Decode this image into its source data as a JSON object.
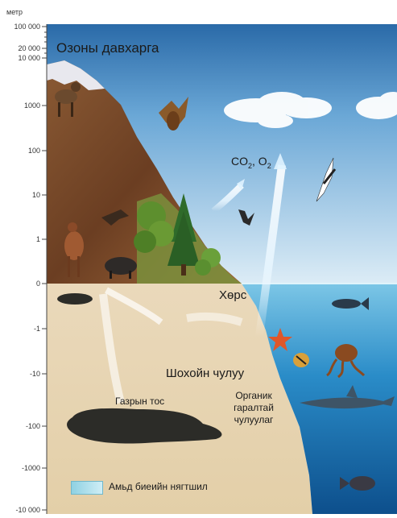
{
  "axis": {
    "unit": "метр",
    "ticks": [
      "100 000",
      "20 000",
      "10 000",
      "1000",
      "100",
      "10",
      "1",
      "0",
      "-1",
      "-10",
      "-100",
      "-1000",
      "-10 000"
    ]
  },
  "labels": {
    "ozone_layer": "Озоны давхарга",
    "co2": "CO",
    "co2_sub": "2",
    "o2_sep": ", O",
    "o2_sub": "2",
    "soil": "Хөрс",
    "sedimentary_rock": "Шохойн чулуу",
    "natural_gas": "Газрын тос",
    "organic_line1": "Органик",
    "organic_line2": "гаралтай",
    "organic_line3": "чулуулаг"
  },
  "legend": {
    "label": "Амьд биеийн нягтшил",
    "color": "#9fd8e8"
  },
  "colors": {
    "mountain": "#7a4a2a",
    "ground": "#e9d6b4",
    "sea": "#2f8bc4",
    "oil": "#2c2c28"
  }
}
